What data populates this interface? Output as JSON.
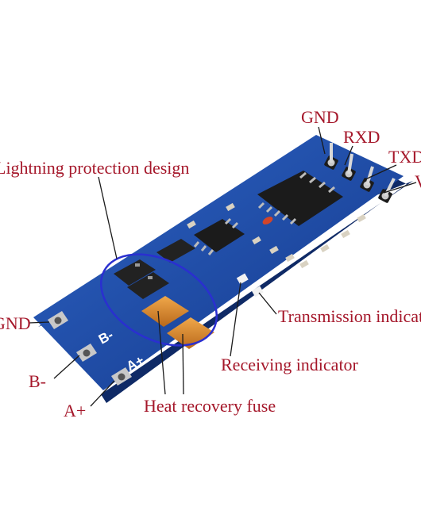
{
  "labels": {
    "gnd": "GND",
    "rxd": "RXD",
    "txd": "TXD",
    "vcc": "VCC",
    "lightning_protection": "Lightning protection design",
    "transmission_indicator": "Transmission indicator",
    "receiving_indicator": "Receiving indicator",
    "heat_recovery_fuse": "Heat recovery fuse",
    "terminal_gnd": "GND",
    "terminal_b": "B-",
    "terminal_a": "A+"
  },
  "silkscreen": {
    "b_minus": "B-",
    "a_plus": "A+"
  },
  "colors": {
    "label_red": "#a5172a",
    "board_blue": "#1f4ea6",
    "highlight_ellipse": "#2a2fd0",
    "silkscreen": "#ffffff",
    "fuse_orange": "#d88b2e"
  }
}
